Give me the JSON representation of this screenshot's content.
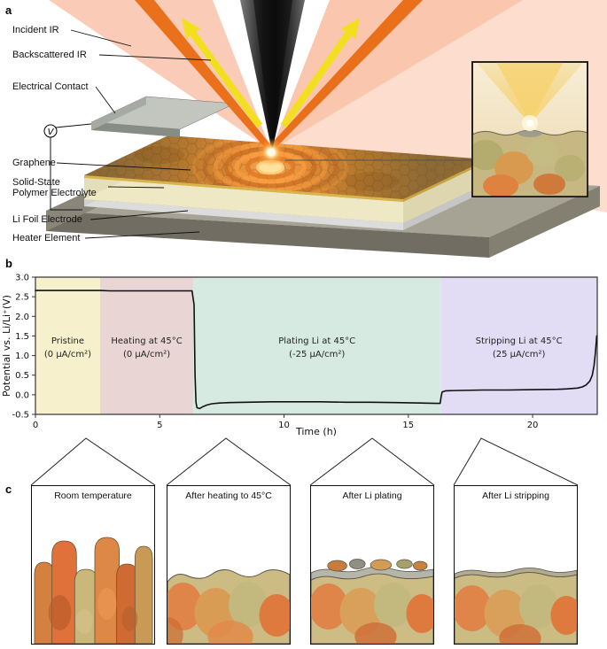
{
  "panels": {
    "a": "a",
    "b": "b",
    "c": "c"
  },
  "panel_a": {
    "labels": {
      "incident_ir": "Incident IR",
      "backscattered_ir": "Backscattered IR",
      "electrical_contact": "Electrical Contact",
      "graphene": "Graphene",
      "electrolyte_line1": "Solid-State",
      "electrolyte_line2": "Polymer Electrolyte",
      "li_foil": "Li Foil Electrode",
      "heater": "Heater Element"
    },
    "voltmeter": "V",
    "incident_beam_color": "#e96a12",
    "backscattered_arrow_color": "#f2df1f"
  },
  "chart_data": {
    "type": "line",
    "title": "",
    "xlabel": "Time (h)",
    "ylabel": "Potential vs. Li/Li⁺(V)",
    "xlim": [
      0,
      22.6
    ],
    "ylim": [
      -0.5,
      3.0
    ],
    "grid": false,
    "xtick_values": [
      0,
      5,
      10,
      15,
      20
    ],
    "xtick_labels": [
      "0",
      "5",
      "10",
      "15",
      "20"
    ],
    "ytick_values": [
      3.0,
      2.5,
      2.0,
      1.5,
      1.0,
      0.5,
      0.0,
      -0.5
    ],
    "ytick_labels": [
      "3.0",
      "2.5",
      "2.0",
      "1.5",
      "1.0",
      "0.5",
      "0.0",
      "-0.5"
    ],
    "regions": [
      {
        "label": "Pristine",
        "sublabel": "(0 µA/cm²)",
        "t0": 0,
        "t1": 2.6,
        "color": "#f6f1cc"
      },
      {
        "label": "Heating at 45°C",
        "sublabel": "(0 µA/cm²)",
        "t0": 2.6,
        "t1": 6.35,
        "color": "#e9d6d4"
      },
      {
        "label": "Plating Li at 45°C",
        "sublabel": "(-25 µA/cm²)",
        "t0": 6.35,
        "t1": 16.3,
        "color": "#d7eae2"
      },
      {
        "label": "Stripping Li at 45°C",
        "sublabel": "(25 µA/cm²)",
        "t0": 16.3,
        "t1": 22.6,
        "color": "#e3dcf5"
      }
    ],
    "series": [
      {
        "name": "Potential",
        "color": "#111111",
        "points": [
          [
            0,
            2.66
          ],
          [
            1,
            2.66
          ],
          [
            2,
            2.66
          ],
          [
            2.6,
            2.66
          ],
          [
            3,
            2.65
          ],
          [
            4,
            2.65
          ],
          [
            5,
            2.65
          ],
          [
            6,
            2.65
          ],
          [
            6.3,
            2.65
          ],
          [
            6.38,
            2.3
          ],
          [
            6.42,
            0.5
          ],
          [
            6.46,
            -0.2
          ],
          [
            6.5,
            -0.33
          ],
          [
            6.6,
            -0.35
          ],
          [
            6.75,
            -0.3
          ],
          [
            6.9,
            -0.26
          ],
          [
            7.1,
            -0.23
          ],
          [
            7.4,
            -0.21
          ],
          [
            7.8,
            -0.2
          ],
          [
            8.5,
            -0.19
          ],
          [
            9.5,
            -0.18
          ],
          [
            10.5,
            -0.18
          ],
          [
            11.5,
            -0.18
          ],
          [
            12.5,
            -0.19
          ],
          [
            13.5,
            -0.19
          ],
          [
            14.5,
            -0.2
          ],
          [
            15.5,
            -0.21
          ],
          [
            16.1,
            -0.22
          ],
          [
            16.28,
            -0.22
          ],
          [
            16.32,
            -0.05
          ],
          [
            16.36,
            0.07
          ],
          [
            16.5,
            0.1
          ],
          [
            17,
            0.11
          ],
          [
            18,
            0.12
          ],
          [
            19,
            0.12
          ],
          [
            20,
            0.13
          ],
          [
            21,
            0.14
          ],
          [
            21.4,
            0.15
          ],
          [
            21.8,
            0.17
          ],
          [
            22,
            0.2
          ],
          [
            22.15,
            0.25
          ],
          [
            22.3,
            0.35
          ],
          [
            22.4,
            0.5
          ],
          [
            22.47,
            0.75
          ],
          [
            22.52,
            1.05
          ],
          [
            22.56,
            1.35
          ],
          [
            22.58,
            1.5
          ]
        ]
      }
    ],
    "legend": null
  },
  "panel_c": {
    "items": [
      {
        "title": "Room temperature"
      },
      {
        "title": "After heating to 45°C"
      },
      {
        "title": "After Li plating"
      },
      {
        "title": "After Li stripping"
      }
    ]
  }
}
